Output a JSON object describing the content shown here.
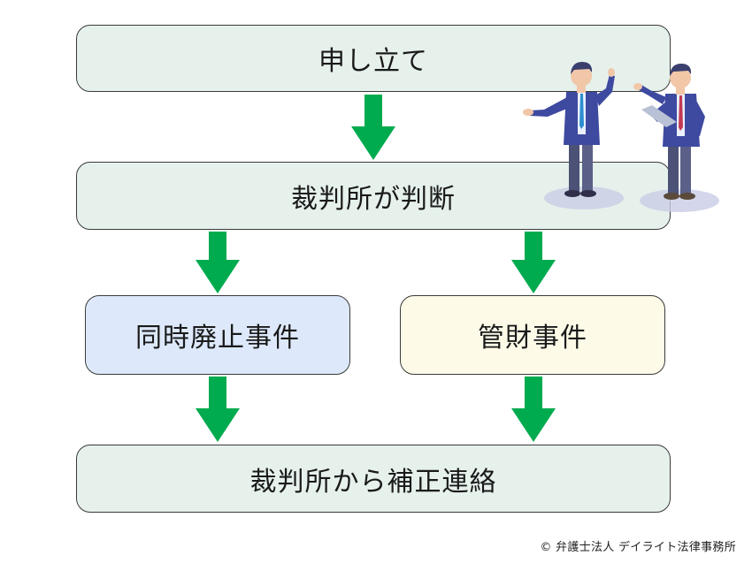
{
  "colors": {
    "box_grey": "#e6f1ec",
    "box_blue": "#dde9fb",
    "box_cream": "#fdfbe8",
    "arrow": "#00ab4f"
  },
  "flow": {
    "step1": "申し立て",
    "step2": "裁判所が判断",
    "branch_left": "同時廃止事件",
    "branch_right": "管財事件",
    "step_final": "裁判所から補正連絡"
  },
  "credit": "© 弁護士法人 デイライト法律事務所"
}
